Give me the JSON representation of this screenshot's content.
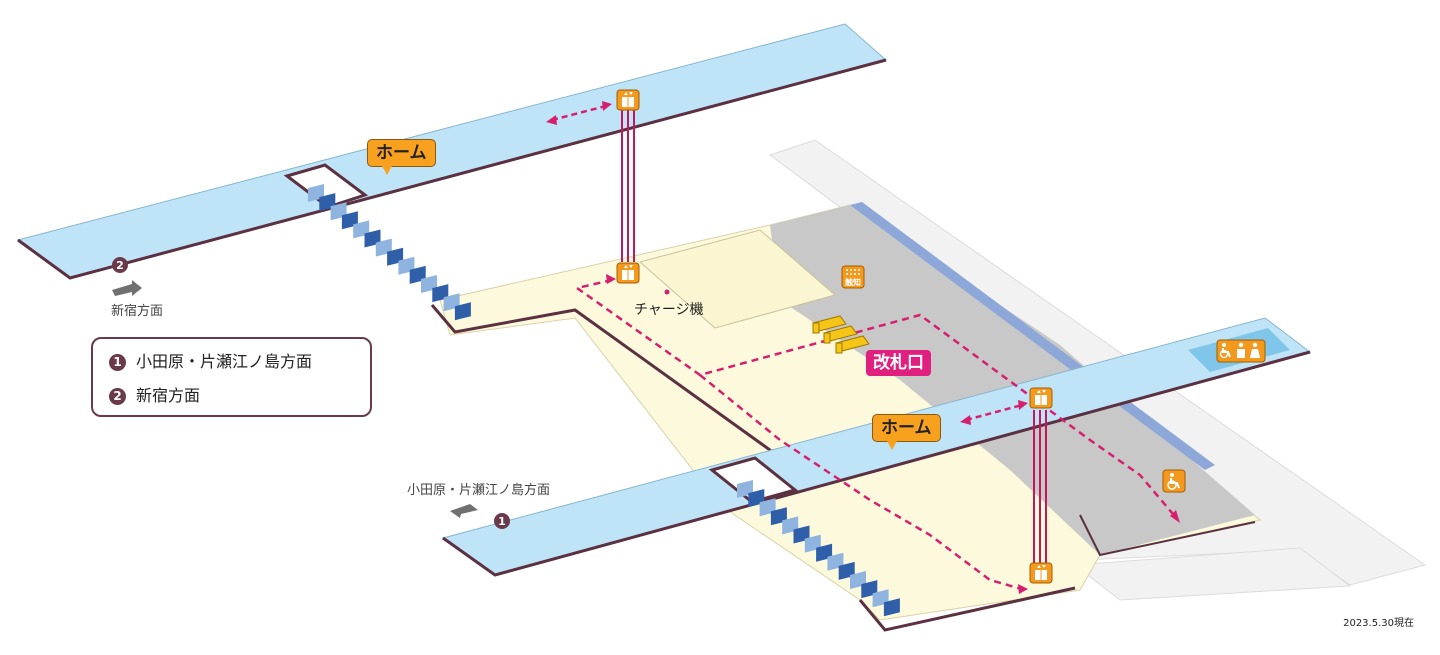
{
  "platform_top_label": "ホーム",
  "platform_bottom_label": "ホーム",
  "ticket_gate_label": "改札口",
  "charge_machine_label": "チャージ機",
  "direction_shinjuku": {
    "number": "2",
    "text": "新宿方面"
  },
  "direction_odawara": {
    "number": "1",
    "text": "小田原・片瀬江ノ島方面"
  },
  "legend": [
    {
      "number": "1",
      "text": "小田原・片瀬江ノ島方面"
    },
    {
      "number": "2",
      "text": "新宿方面"
    }
  ],
  "tactile_map_label": "触知",
  "as_of_date": "2023.5.30現在",
  "icons": [
    "elevator-icon",
    "tactile-map-icon",
    "wheelchair-icon",
    "multipurpose-toilet-icon",
    "ticket-gate-icon"
  ],
  "colors": {
    "platform": "#bfe4f7",
    "concourse": "#fdf9dc",
    "paid_area": "#c8c8c8",
    "outline": "#5b3040",
    "route": "#d6206f",
    "accent": "#f39a1e"
  }
}
